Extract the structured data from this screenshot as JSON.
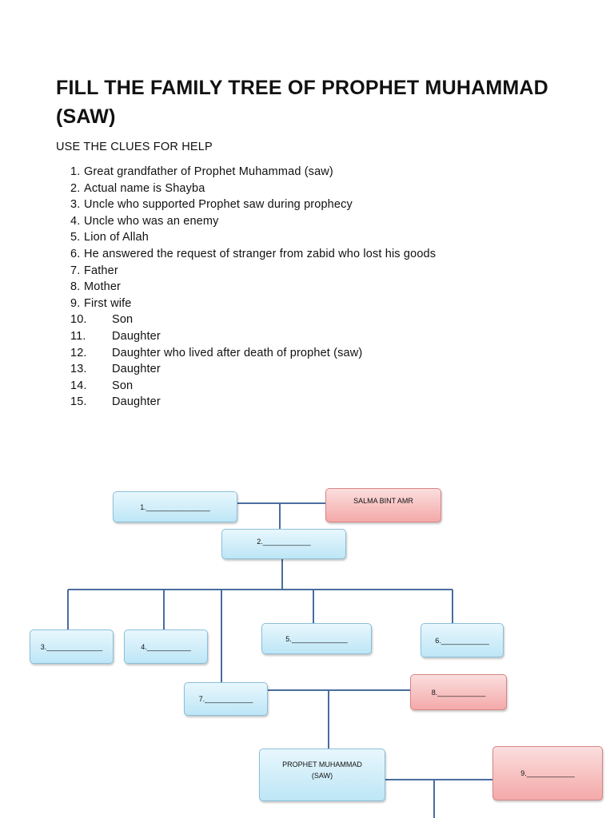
{
  "title": "FILL THE FAMILY TREE OF PROPHET MUHAMMAD (SAW)",
  "subtitle": "USE THE CLUES FOR HELP",
  "clues": [
    {
      "num": "1.",
      "text": "Great grandfather of Prophet Muhammad (saw)"
    },
    {
      "num": "2.",
      "text": "Actual name is Shayba"
    },
    {
      "num": "3.",
      "text": "Uncle who supported Prophet saw during prophecy"
    },
    {
      "num": "4.",
      "text": "Uncle who was an enemy"
    },
    {
      "num": "5.",
      "text": "Lion of Allah"
    },
    {
      "num": "6.",
      "text": "He answered the request of stranger from zabid who lost his goods"
    },
    {
      "num": "7.",
      "text": "Father"
    },
    {
      "num": "8.",
      "text": "Mother"
    },
    {
      "num": "9.",
      "text": "First wife"
    },
    {
      "num": "10.",
      "text": "Son"
    },
    {
      "num": "11.",
      "text": "Daughter"
    },
    {
      "num": "12.",
      "text": "Daughter who lived after death of prophet (saw)"
    },
    {
      "num": "13.",
      "text": "Daughter"
    },
    {
      "num": "14.",
      "text": "Son"
    },
    {
      "num": "15.",
      "text": "Daughter"
    }
  ],
  "tree": {
    "box1": "1.________________",
    "salma": "SALMA BINT AMR",
    "box2": "2.____________",
    "box3": "3.______________",
    "box4": "4.___________",
    "box5": "5.______________",
    "box6": "6.____________",
    "box7": "7.____________",
    "box8": "8.____________",
    "prophet": "PROPHET MUHAMMAD\n(SAW)",
    "box9": "9.____________"
  },
  "colors": {
    "blue_box": "#bde6f6",
    "pink_box": "#f4a9a9",
    "connector": "#4a6d9e"
  }
}
